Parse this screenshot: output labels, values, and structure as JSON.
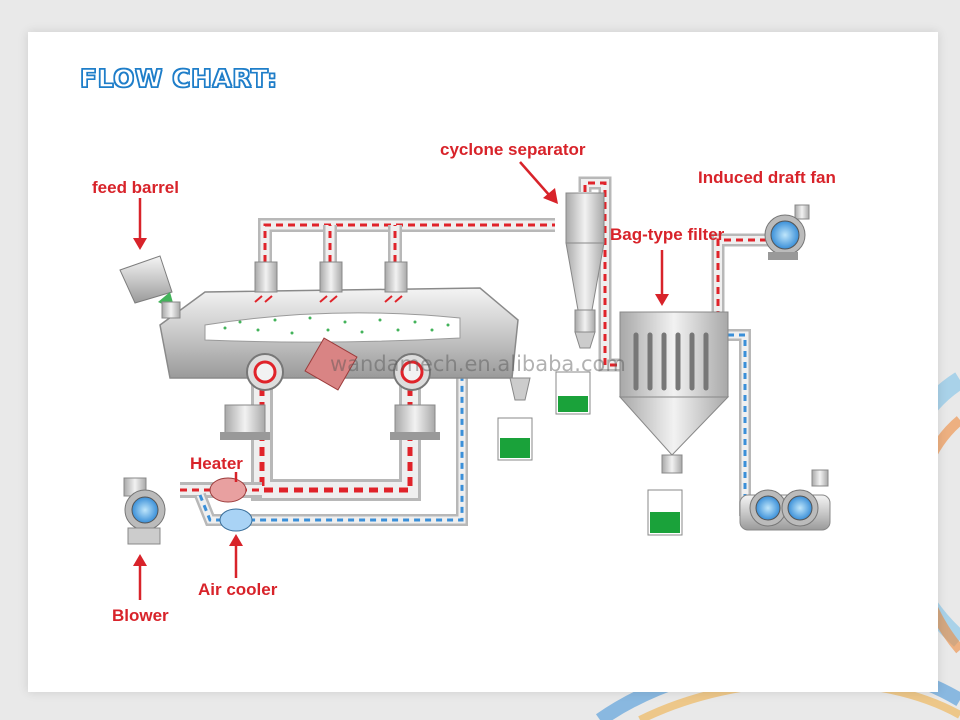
{
  "slide": {
    "title": "FLOW CHART:",
    "watermark": "wandamech.en.alibaba.com"
  },
  "labels": {
    "feed_barrel": "feed barrel",
    "cyclone_separator": "cyclone separator",
    "induced_draft_fan": "Induced draft fan",
    "bag_type_filter": "Bag-type filter",
    "heater": "Heater",
    "blower": "Blower",
    "air_cooler": "Air cooler"
  },
  "colors": {
    "label_red": "#d8232a",
    "title_blue": "#1f7ec9",
    "hot_air": "#e0232a",
    "cool_air": "#3a8fd8",
    "product_green": "#1aa23a"
  }
}
